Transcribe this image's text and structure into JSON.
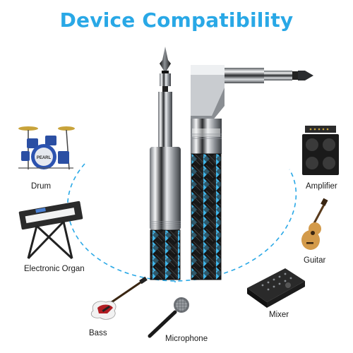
{
  "title": "Device Compatibility",
  "colors": {
    "accent": "#29a8e6",
    "braid_blue": "#3fb6ea",
    "braid_black": "#1b1b1b",
    "metal": "#c9ccd0"
  },
  "devices": [
    {
      "label": "Drum",
      "icon": "drum-kit-icon"
    },
    {
      "label": "Amplifier",
      "icon": "amplifier-icon"
    },
    {
      "label": "Guitar",
      "icon": "acoustic-guitar-icon"
    },
    {
      "label": "Electronic Organ",
      "icon": "keyboard-icon"
    },
    {
      "label": "Mixer",
      "icon": "mixer-icon"
    },
    {
      "label": "Bass",
      "icon": "bass-guitar-icon"
    },
    {
      "label": "Microphone",
      "icon": "microphone-icon"
    }
  ]
}
